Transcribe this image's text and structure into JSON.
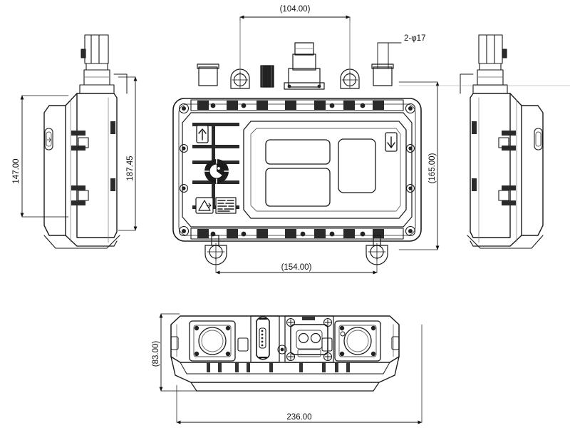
{
  "drawing": {
    "title": "three-view mechanical assembly drawing",
    "subject": "electronic control unit housing",
    "background_color": "#ffffff",
    "line_color": "#1a1a1a",
    "thin_line_color": "#555555",
    "views": [
      {
        "name": "left-side-view",
        "label": ""
      },
      {
        "name": "front-view",
        "label": ""
      },
      {
        "name": "right-side-view",
        "label": ""
      },
      {
        "name": "bottom-view",
        "label": ""
      }
    ]
  },
  "dimensions": {
    "left_height": {
      "value": "147.00",
      "orientation": "vertical",
      "view": "left-side-view"
    },
    "left_overall_height": {
      "value": "187.45",
      "orientation": "vertical",
      "view": "left-side-view"
    },
    "front_top_width": {
      "value": "(104.00)",
      "orientation": "horizontal",
      "view": "front-view"
    },
    "front_height": {
      "value": "(165.00)",
      "orientation": "vertical",
      "view": "front-view"
    },
    "front_bottom_width": {
      "value": "(154.00)",
      "orientation": "horizontal",
      "view": "front-view"
    },
    "bottom_depth": {
      "value": "(83.00)",
      "orientation": "vertical",
      "view": "bottom-view"
    },
    "bottom_width": {
      "value": "236.00",
      "orientation": "horizontal",
      "view": "bottom-view"
    }
  },
  "callouts": {
    "hole_note": {
      "value": "2-φ17",
      "meaning": "two holes diameter 17"
    }
  },
  "markings": {
    "arrow_up_label": "⇧",
    "arrow_down_label": "⇩",
    "rosette_label": "",
    "warning_label": "",
    "nameplate_label": ""
  }
}
